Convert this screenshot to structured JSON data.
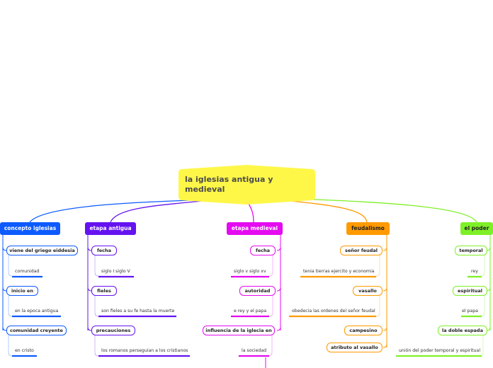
{
  "root": {
    "title": "la iglesias antigua y medieval",
    "color": "#fff748"
  },
  "colors": {
    "blue": "#0d5bff",
    "purple": "#6413f0",
    "magenta": "#e40bf0",
    "orange": "#ff9a00",
    "green": "#7ef027"
  },
  "branches": {
    "concepto": {
      "label": "concepto iglesias",
      "items": [
        {
          "label": "viene del griego eiddesia",
          "leaf": "comunidad"
        },
        {
          "label": "inicio en",
          "leaf": "en la epoca antigua"
        },
        {
          "label": "comunidad creyente",
          "leaf": "en cristo"
        }
      ]
    },
    "antigua": {
      "label": "etapa antigua",
      "items": [
        {
          "label": "fecha",
          "leaf": "siglo I siglo V"
        },
        {
          "label": "fieles",
          "leaf": "son fieles a su fe hasta la muerte"
        },
        {
          "label": "precauciones",
          "leaf": "los romanos perseguian a los cristianos"
        }
      ]
    },
    "medieval": {
      "label": "etapa medieval",
      "items": [
        {
          "label": "fecha",
          "leaf": "siglo v siglo xv"
        },
        {
          "label": "autoridad",
          "leaf": "e rey y el papa"
        },
        {
          "label": "influencia de la iglecia en",
          "leaf": "la sociedad"
        }
      ]
    },
    "feudalismo": {
      "label": "feudalismo",
      "items": [
        {
          "label": "señor feudal",
          "leaf": "tenia tierras ejercito y economia"
        },
        {
          "label": "vasallo",
          "leaf": "obedecia las ordenes del señor feudal"
        },
        {
          "label": "campesino",
          "leaf": ""
        },
        {
          "label": "atributo al vasallo",
          "leaf": ""
        }
      ]
    },
    "poder": {
      "label": "el poder",
      "items": [
        {
          "label": "temporal",
          "leaf": "rey"
        },
        {
          "label": "espiritual",
          "leaf": "el papa"
        },
        {
          "label": "la doble espada",
          "leaf": "unión del poder temporal y espiritual"
        }
      ]
    }
  }
}
